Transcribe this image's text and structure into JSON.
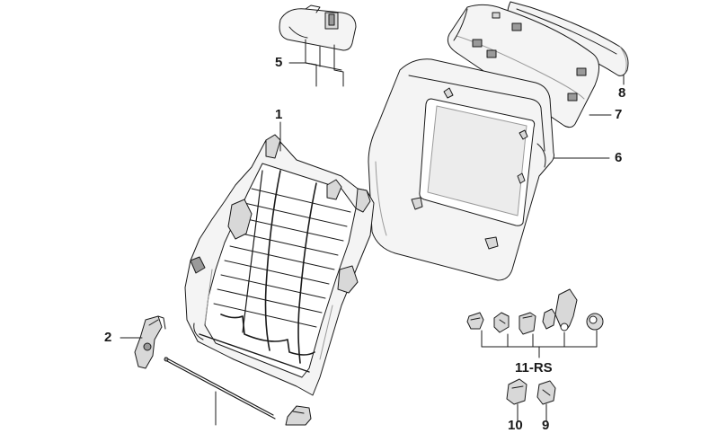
{
  "labels": {
    "l1": "1",
    "l2": "2",
    "l5": "5",
    "l6": "6",
    "l7": "7",
    "l8": "8",
    "l11": "11-RS",
    "l10": "10",
    "l9": "9"
  },
  "colors": {
    "line": "#1a1a1a",
    "part_fill": "#f4f4f4",
    "shade": "#d8d8d8",
    "dark": "#9a9a9a"
  }
}
